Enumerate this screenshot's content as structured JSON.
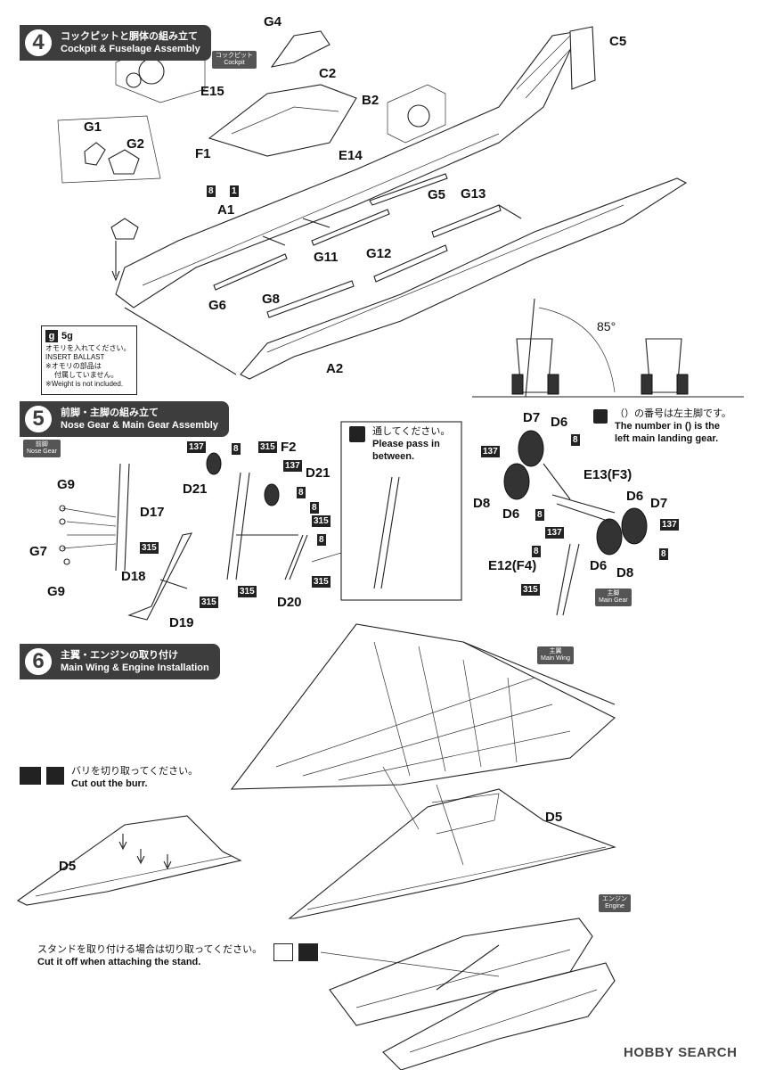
{
  "steps": [
    {
      "num": "4",
      "jp": "コックピットと胴体の組み立て",
      "en": "Cockpit & Fuselage Assembly"
    },
    {
      "num": "5",
      "jp": "前脚・主脚の組み立て",
      "en": "Nose Gear & Main Gear Assembly"
    },
    {
      "num": "6",
      "jp": "主翼・エンジンの取り付け",
      "en": "Main Wing & Engine Installation"
    }
  ],
  "tags": {
    "cockpit": "コックピット\nCockpit",
    "nose_gear": "前脚\nNose Gear",
    "main_gear": "主脚\nMain Gear",
    "main_wing": "主翼\nMain Wing",
    "engine": "エンジン\nEngine"
  },
  "step4_labels": {
    "g4": "G4",
    "c5": "C5",
    "c2": "C2",
    "e15": "E15",
    "b2": "B2",
    "f1": "F1",
    "e14": "E14",
    "g1": "G1",
    "g2": "G2",
    "a1": "A1",
    "g5": "G5",
    "g13": "G13",
    "g11": "G11",
    "g12": "G12",
    "g6": "G6",
    "g8": "G8",
    "a2": "A2",
    "angle": "85°"
  },
  "ballast": {
    "weight": "5g",
    "icon": "g",
    "jp1": "オモリを入れてください。",
    "en1": "INSERT BALLAST",
    "jp2": "※オモリの部品は",
    "jp3": "付属していません。",
    "en2": "※Weight is not included."
  },
  "step5_labels": {
    "g9a": "G9",
    "d17": "D17",
    "g7": "G7",
    "g9b": "G9",
    "d18": "D18",
    "d19": "D19",
    "d21a": "D21",
    "f2": "F2",
    "d21b": "D21",
    "d20": "D20",
    "d7a": "D7",
    "d6a": "D6",
    "d8a": "D8",
    "d6b": "D6",
    "e13": "E13(F3)",
    "d6c": "D6",
    "d7b": "D7",
    "d6d": "D6",
    "d8b": "D8",
    "e12": "E12(F4)"
  },
  "paint_numbers": {
    "p8": "8",
    "p1": "1",
    "p137": "137",
    "p315": "315"
  },
  "pass_note": {
    "jp": "通してください。",
    "en1": "Please pass in",
    "en2": "between."
  },
  "left_gear_note": {
    "jp": "（）の番号は左主脚です。",
    "en1": "The number in () is the",
    "en2": "left main landing gear."
  },
  "burr_note": {
    "jp": "バリを切り取ってください。",
    "en": "Cut out the burr."
  },
  "stand_note": {
    "jp": "スタンドを取り付ける場合は切り取ってください。",
    "en": "Cut it off when attaching the stand."
  },
  "step6_labels": {
    "d5a": "D5",
    "d5b": "D5"
  },
  "watermark": "HOBBY SEARCH"
}
